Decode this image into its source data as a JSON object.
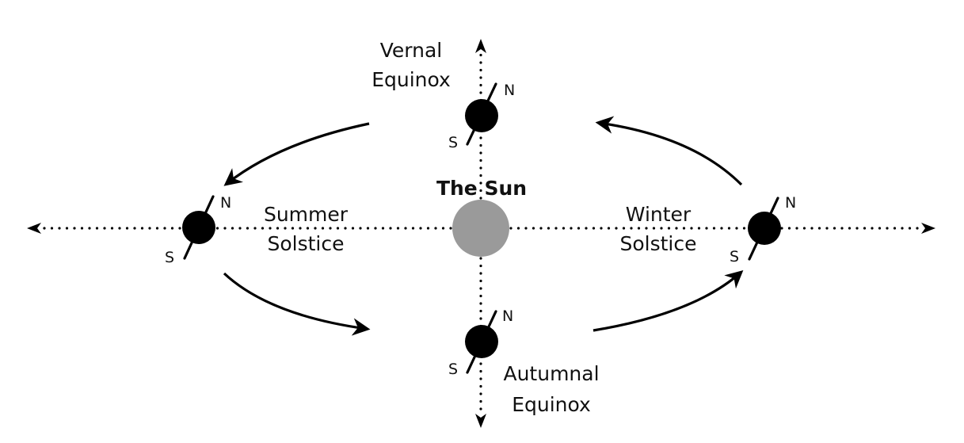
{
  "sun": {
    "label": "The Sun",
    "color": "#9a9a9a"
  },
  "earth_color": "#000000",
  "positions": {
    "vernal": {
      "line1": "Vernal",
      "line2": "Equinox",
      "north": "N",
      "south": "S"
    },
    "summer": {
      "line1": "Summer",
      "line2": "Solstice",
      "north": "N",
      "south": "S"
    },
    "winter": {
      "line1": "Winter",
      "line2": "Solstice",
      "north": "N",
      "south": "S"
    },
    "autumnal": {
      "line1": "Autumnal",
      "line2": "Equinox",
      "north": "N",
      "south": "S"
    }
  }
}
